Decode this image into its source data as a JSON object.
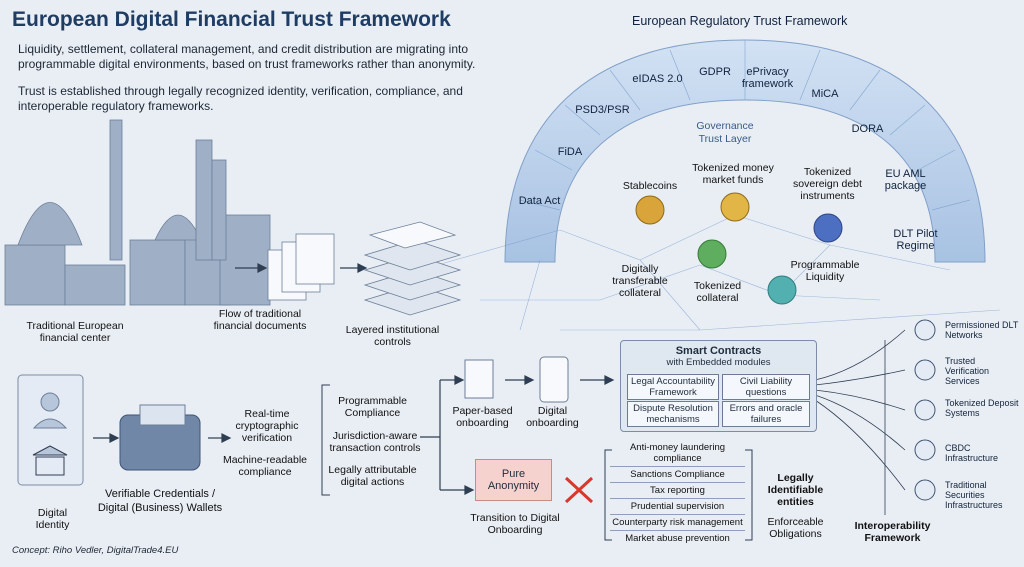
{
  "title": "European Digital Financial Trust Framework",
  "intro": {
    "para1": "Liquidity, settlement, collateral management, and credit distribution are migrating into programmable digital environments, based on trust frameworks rather than anonymity.",
    "para2": "Trust is established through legally recognized identity, verification, compliance, and interoperable regulatory frameworks."
  },
  "regulatory": {
    "heading": "European Regulatory Trust Framework",
    "governance": "Governance Trust Layer",
    "items": [
      "Data Act",
      "FiDA",
      "PSD3/PSR",
      "eIDAS 2.0",
      "GDPR",
      "ePrivacy framework",
      "MiCA",
      "DORA",
      "EU AML package",
      "DLT Pilot Regime"
    ]
  },
  "assets": {
    "stablecoins": "Stablecoins",
    "tokenized_mmf": "Tokenized money market funds",
    "tokenized_debt": "Tokenized sovereign debt instruments",
    "digital_collateral": "Digitally transferable collateral",
    "tokenized_collateral": "Tokenized collateral",
    "programmable_liquidity": "Programmable Liquidity"
  },
  "top_flow": {
    "center": "Traditional European financial center",
    "documents": "Flow of traditional financial documents",
    "controls": "Layered institutional controls"
  },
  "identity": {
    "digital_identity": "Digital Identity",
    "wallets": "Verifiable Credentials / Digital (Business) Wallets",
    "verification": "Real-time cryptographic verification",
    "machine": "Machine-readable compliance"
  },
  "compliance_list": [
    "Programmable Compliance",
    "Jurisdiction-aware transaction controls",
    "Legally attributable digital actions"
  ],
  "onboarding": {
    "paper": "Paper-based onboarding",
    "digital": "Digital onboarding",
    "anonymity": "Pure Anonymity",
    "transition": "Transition to Digital Onboarding"
  },
  "smart_contracts": {
    "title": "Smart Contracts",
    "subtitle": "with Embedded modules",
    "modules": [
      "Legal Accountability Framework",
      "Civil Liability questions",
      "Dispute Resolution mechanisms",
      "Errors and oracle failures"
    ]
  },
  "rules": [
    "Anti-money laundering compliance",
    "Sanctions Compliance",
    "Tax reporting",
    "Prudential supervision",
    "Counterparty risk management",
    "Market abuse prevention"
  ],
  "outcomes": {
    "entities": "Legally Identifiable entities",
    "obligations": "Enforceable Obligations"
  },
  "interop": {
    "label": "Interoperability Framework",
    "items": [
      "Permissioned DLT Networks",
      "Trusted Verification Services",
      "Tokenized Deposit Systems",
      "CBDC Infrastructure",
      "Traditional Securities Infrastructures"
    ]
  },
  "credit": "Concept: Riho Vedler, DigitalTrade4.EU",
  "colors": {
    "title": "#1f3d63",
    "dome": "#9fc0e6",
    "anonymity": "#f6d2cf",
    "cross": "#d9362c"
  }
}
